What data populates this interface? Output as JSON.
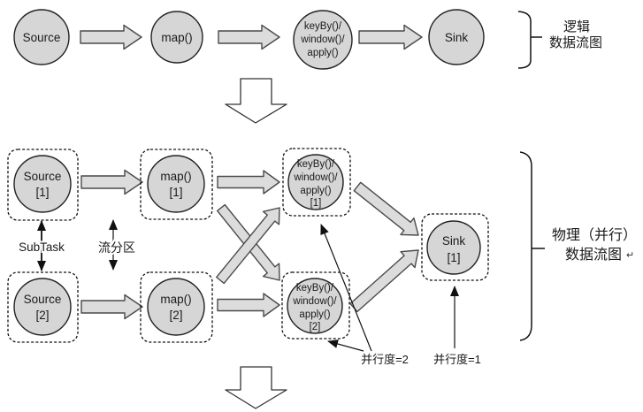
{
  "colors": {
    "node_fill": "#d6d6d6",
    "node_stroke": "#222222",
    "arrow_fill": "#dcdcdc",
    "text": "#1a1a1a"
  },
  "logical": {
    "source": "Source",
    "map": "map()",
    "keyby": [
      "keyBy()/",
      "window()/",
      "apply()"
    ],
    "sink": "Sink",
    "caption": [
      "逻辑",
      "数据流图"
    ]
  },
  "physical": {
    "source1": [
      "Source",
      "[1]"
    ],
    "source2": [
      "Source",
      "[2]"
    ],
    "map1": [
      "map()",
      "[1]"
    ],
    "map2": [
      "map()",
      "[2]"
    ],
    "keyby1": [
      "keyBy()/",
      "window()/",
      "apply()",
      "[1]"
    ],
    "keyby2": [
      "keyBy()/",
      "window()/",
      "apply()",
      "[2]"
    ],
    "sink1": [
      "Sink",
      "[1]"
    ],
    "subtask_label": "SubTask",
    "partition_label": "流分区",
    "parallelism2_label": "并行度=2",
    "parallelism1_label": "并行度=1",
    "caption": [
      "物理（并行）",
      "数据流图"
    ],
    "return_mark": "↵"
  }
}
